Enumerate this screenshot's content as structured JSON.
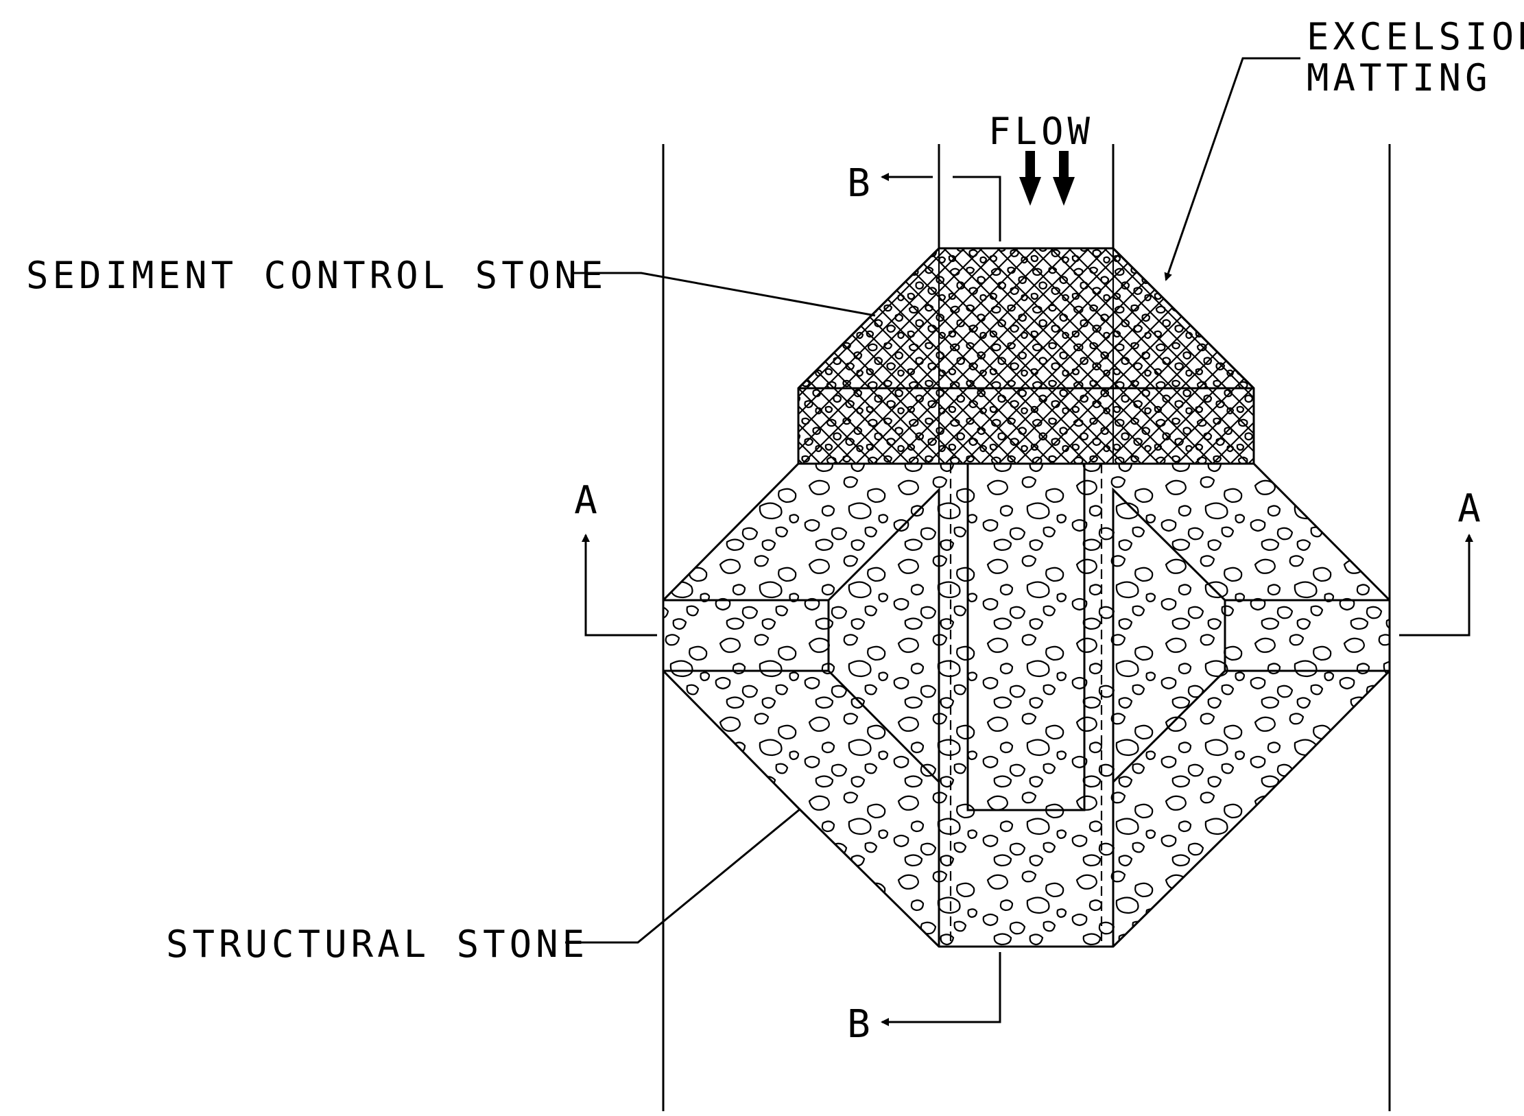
{
  "labels": {
    "flow": "FLOW",
    "excelsior_line1": "EXCELSIOR",
    "excelsior_line2": "MATTING",
    "sediment_control_stone": "SEDIMENT CONTROL STONE",
    "structural_stone": "STRUCTURAL STONE",
    "section_a": "A",
    "section_b": "B"
  },
  "colors": {
    "ink": "#000000",
    "paper": "#ffffff"
  },
  "icons": {
    "flow_arrows": "down-arrow-icon",
    "section_arrows": "arrowhead-icon"
  }
}
